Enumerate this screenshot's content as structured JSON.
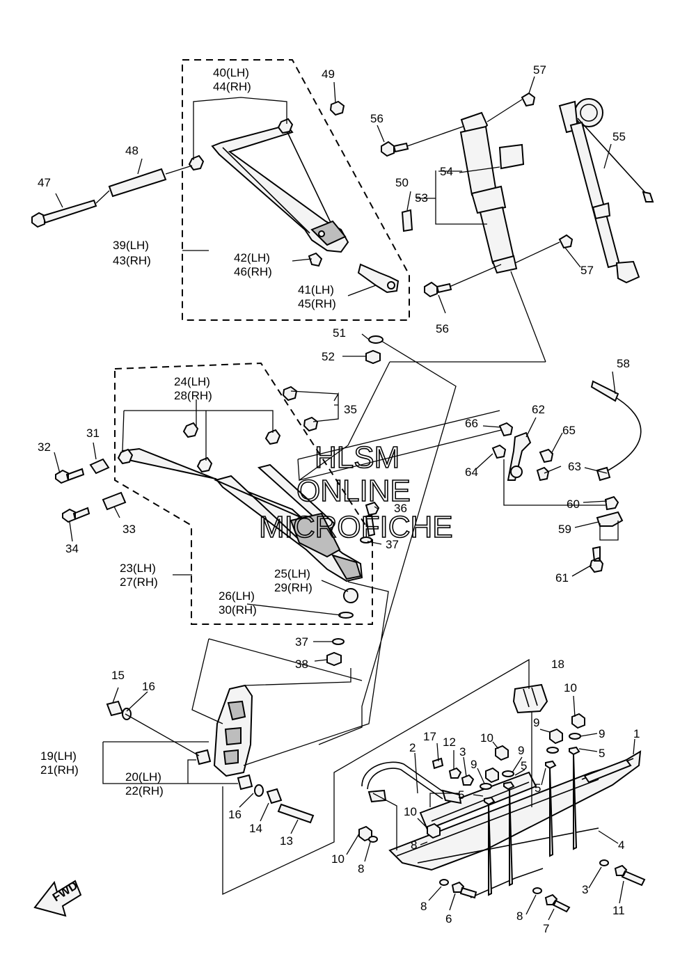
{
  "watermark": {
    "line1": "HLSM",
    "line2": "ONLINE",
    "line3": "MICROFICHE"
  },
  "fwd_label": "FWD",
  "callouts": [
    {
      "id": "c1",
      "text": "1"
    },
    {
      "id": "c2",
      "text": "2"
    },
    {
      "id": "c3a",
      "text": "3"
    },
    {
      "id": "c3b",
      "text": "3"
    },
    {
      "id": "c4",
      "text": "4"
    },
    {
      "id": "c5a",
      "text": "5"
    },
    {
      "id": "c5b",
      "text": "5"
    },
    {
      "id": "c5c",
      "text": "5"
    },
    {
      "id": "c5d",
      "text": "5"
    },
    {
      "id": "c6",
      "text": "6"
    },
    {
      "id": "c7",
      "text": "7"
    },
    {
      "id": "c8a",
      "text": "8"
    },
    {
      "id": "c8b",
      "text": "8"
    },
    {
      "id": "c8c",
      "text": "8"
    },
    {
      "id": "c8d",
      "text": "8"
    },
    {
      "id": "c9a",
      "text": "9"
    },
    {
      "id": "c9b",
      "text": "9"
    },
    {
      "id": "c9c",
      "text": "9"
    },
    {
      "id": "c9d",
      "text": "9"
    },
    {
      "id": "c10a",
      "text": "10"
    },
    {
      "id": "c10b",
      "text": "10"
    },
    {
      "id": "c10c",
      "text": "10"
    },
    {
      "id": "c10d",
      "text": "10"
    },
    {
      "id": "c11",
      "text": "11"
    },
    {
      "id": "c12",
      "text": "12"
    },
    {
      "id": "c13",
      "text": "13"
    },
    {
      "id": "c14",
      "text": "14"
    },
    {
      "id": "c15",
      "text": "15"
    },
    {
      "id": "c16a",
      "text": "16"
    },
    {
      "id": "c16b",
      "text": "16"
    },
    {
      "id": "c17",
      "text": "17"
    },
    {
      "id": "c18",
      "text": "18"
    },
    {
      "id": "c19",
      "text": "19(LH)"
    },
    {
      "id": "c21",
      "text": "21(RH)"
    },
    {
      "id": "c20",
      "text": "20(LH)"
    },
    {
      "id": "c22",
      "text": "22(RH)"
    },
    {
      "id": "c23",
      "text": "23(LH)"
    },
    {
      "id": "c27",
      "text": "27(RH)"
    },
    {
      "id": "c24",
      "text": "24(LH)"
    },
    {
      "id": "c28",
      "text": "28(RH)"
    },
    {
      "id": "c25",
      "text": "25(LH)"
    },
    {
      "id": "c29",
      "text": "29(RH)"
    },
    {
      "id": "c26",
      "text": "26(LH)"
    },
    {
      "id": "c30",
      "text": "30(RH)"
    },
    {
      "id": "c31",
      "text": "31"
    },
    {
      "id": "c32",
      "text": "32"
    },
    {
      "id": "c33",
      "text": "33"
    },
    {
      "id": "c34",
      "text": "34"
    },
    {
      "id": "c35",
      "text": "35"
    },
    {
      "id": "c36",
      "text": "36"
    },
    {
      "id": "c37a",
      "text": "37"
    },
    {
      "id": "c37b",
      "text": "37"
    },
    {
      "id": "c38",
      "text": "38"
    },
    {
      "id": "c39",
      "text": "39(LH)"
    },
    {
      "id": "c43",
      "text": "43(RH)"
    },
    {
      "id": "c40",
      "text": "40(LH)"
    },
    {
      "id": "c44",
      "text": "44(RH)"
    },
    {
      "id": "c41",
      "text": "41(LH)"
    },
    {
      "id": "c45",
      "text": "45(RH)"
    },
    {
      "id": "c42",
      "text": "42(LH)"
    },
    {
      "id": "c46",
      "text": "46(RH)"
    },
    {
      "id": "c47",
      "text": "47"
    },
    {
      "id": "c48",
      "text": "48"
    },
    {
      "id": "c49",
      "text": "49"
    },
    {
      "id": "c50",
      "text": "50"
    },
    {
      "id": "c51",
      "text": "51"
    },
    {
      "id": "c52",
      "text": "52"
    },
    {
      "id": "c53",
      "text": "53"
    },
    {
      "id": "c54",
      "text": "54"
    },
    {
      "id": "c55",
      "text": "55"
    },
    {
      "id": "c56a",
      "text": "56"
    },
    {
      "id": "c56b",
      "text": "56"
    },
    {
      "id": "c57a",
      "text": "57"
    },
    {
      "id": "c57b",
      "text": "57"
    },
    {
      "id": "c58",
      "text": "58"
    },
    {
      "id": "c59",
      "text": "59"
    },
    {
      "id": "c60",
      "text": "60"
    },
    {
      "id": "c61",
      "text": "61"
    },
    {
      "id": "c62",
      "text": "62"
    },
    {
      "id": "c63",
      "text": "63"
    },
    {
      "id": "c64",
      "text": "64"
    },
    {
      "id": "c65",
      "text": "65"
    },
    {
      "id": "c66",
      "text": "66"
    }
  ]
}
